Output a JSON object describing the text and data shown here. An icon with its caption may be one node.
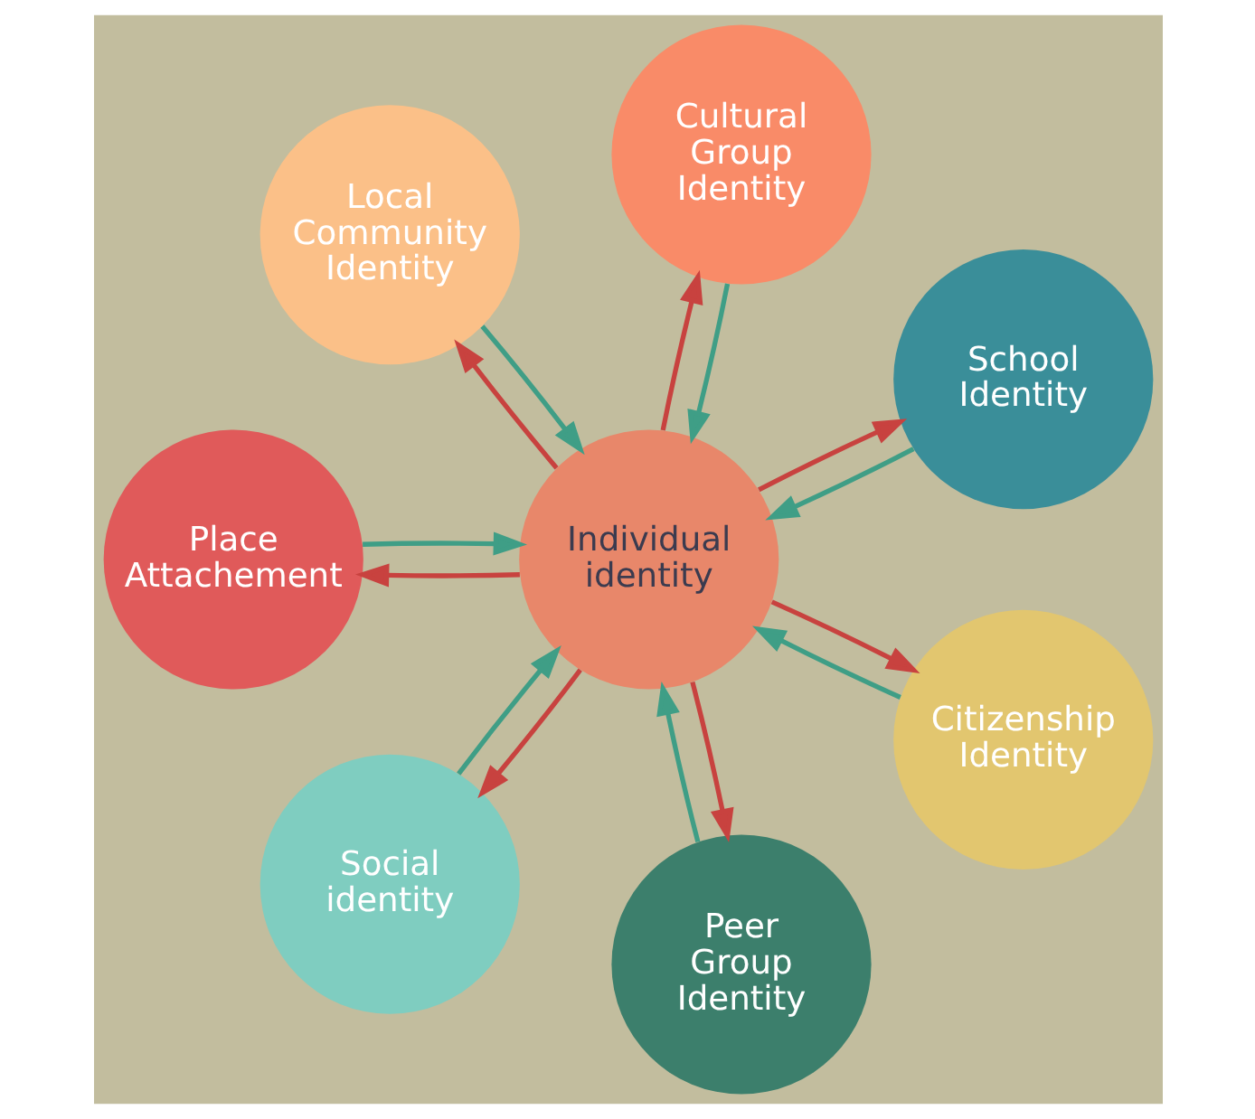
{
  "diagram": {
    "nodes": [
      {
        "text": [
          "Individual identity"
        ]
      },
      {
        "text": [
          "School Identity"
        ]
      },
      {
        "text": [
          "Cultural Group Identity"
        ]
      },
      {
        "text": [
          "Local Community Identity"
        ]
      },
      {
        "text": [
          "Place Attachement"
        ]
      },
      {
        "text": [
          "Social identity"
        ]
      },
      {
        "text": [
          "Peer Group Identity"
        ]
      },
      {
        "text": [
          "Citizenship Identity"
        ]
      }
    ],
    "edges": [
      {
        "from": 0,
        "to": 1,
        "arrow": "to",
        "color": "#c8423f"
      },
      {
        "from": 1,
        "to": 0,
        "arrow": "to",
        "color": "#3f9e86"
      },
      {
        "from": 0,
        "to": 2,
        "arrow": "to",
        "color": "#c8423f"
      },
      {
        "from": 2,
        "to": 0,
        "arrow": "to",
        "color": "#3f9e86"
      },
      {
        "from": 0,
        "to": 3,
        "arrow": "to",
        "color": "#c8423f"
      },
      {
        "from": 3,
        "to": 0,
        "arrow": "to",
        "color": "#3f9e86"
      },
      {
        "from": 0,
        "to": 4,
        "arrow": "to",
        "color": "#c8423f"
      },
      {
        "from": 4,
        "to": 0,
        "arrow": "to",
        "color": "#3f9e86"
      },
      {
        "from": 0,
        "to": 5,
        "arrow": "to",
        "color": "#c8423f"
      },
      {
        "from": 5,
        "to": 0,
        "arrow": "to",
        "color": "#3f9e86"
      },
      {
        "from": 0,
        "to": 6,
        "arrow": "to",
        "color": "#c8423f"
      },
      {
        "from": 6,
        "to": 0,
        "arrow": "to",
        "color": "#3f9e86"
      },
      {
        "from": 0,
        "to": 7,
        "arrow": "to",
        "color": "#c8423f"
      },
      {
        "from": 7,
        "to": 0,
        "arrow": "to",
        "color": "#3f9e86"
      }
    ]
  }
}
